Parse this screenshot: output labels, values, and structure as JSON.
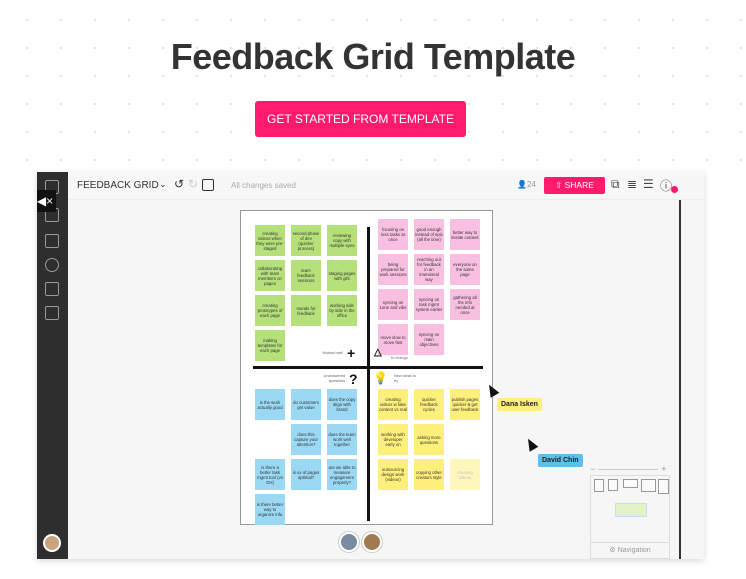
{
  "page": {
    "title": "Feedback Grid Template",
    "cta_label": "GET STARTED FROM TEMPLATE",
    "accent_color": "#ff1a6c"
  },
  "app": {
    "board_name": "FEEDBACK GRID",
    "save_status": "All changes saved",
    "user_count": "24",
    "share_label": "SHARE",
    "mute_icon": "speaker-muted-icon",
    "icons": [
      "undo-icon",
      "redo-icon",
      "frame-icon",
      "comments-icon",
      "activity-icon",
      "list-icon",
      "help-icon"
    ]
  },
  "board": {
    "quadrants": {
      "worked_well": {
        "label": "Worked well",
        "icon": "plus",
        "color": "#b5e07a",
        "notes": [
          "creating videos when they were pre-staged",
          "second phase of dev (quicker process)",
          "reviewing copy with multiple eyes",
          "collaborating with team members on pages",
          "team feedback sessions",
          "staging pages with gifs",
          "creating prototypes of each page",
          "murals for feedback",
          "working side by side in the office",
          "making templates for each page"
        ]
      },
      "to_change": {
        "label": "to change",
        "icon": "triangle",
        "color": "#f9bfe0",
        "notes": [
          "focusing on less tasks at once",
          "good enough instead of epic (all the time)",
          "better way to iterate content",
          "being prepared for work sessions",
          "reaching out for feedback in an intentional way",
          "everyone on the same page",
          "syncing on 1one and vibe",
          "syncing on task mgmt system earlier",
          "gathering all the info needed at once",
          "move slow to move fast",
          "syncing on main objectives"
        ]
      },
      "unanswered": {
        "label": "Unanswered questions",
        "icon": "?",
        "color": "#9ad8f4",
        "notes": [
          "is the work actually good",
          "do customers get value",
          "does the copy align with brand",
          "does this capture your attention?",
          "does the team work well together",
          "is there a better task mgmt tool (vs GH)",
          "is ux of pages optimal?",
          "are we able to measure engagement properly?",
          "is there better way to organize info"
        ]
      },
      "new_ideas": {
        "label": "New ideas to try",
        "icon": "lightbulb",
        "color": "#fdf07a",
        "notes": [
          "creating videos w fake content vs real",
          "quicker feedback cycles",
          "publish pages quicker & get user feedback",
          "working with developer early on",
          "asking more questions",
          "outsourcing design work (videos)",
          "copying other creators style",
          "creating videos"
        ]
      }
    }
  },
  "collaborators": [
    {
      "name": "Dana Isken",
      "color": "#fdf07a"
    },
    {
      "name": "David Chin",
      "color": "#5bc0eb"
    }
  ],
  "navigation": {
    "label": "Navigation",
    "zoom_minus": "−",
    "zoom_plus": "+"
  }
}
